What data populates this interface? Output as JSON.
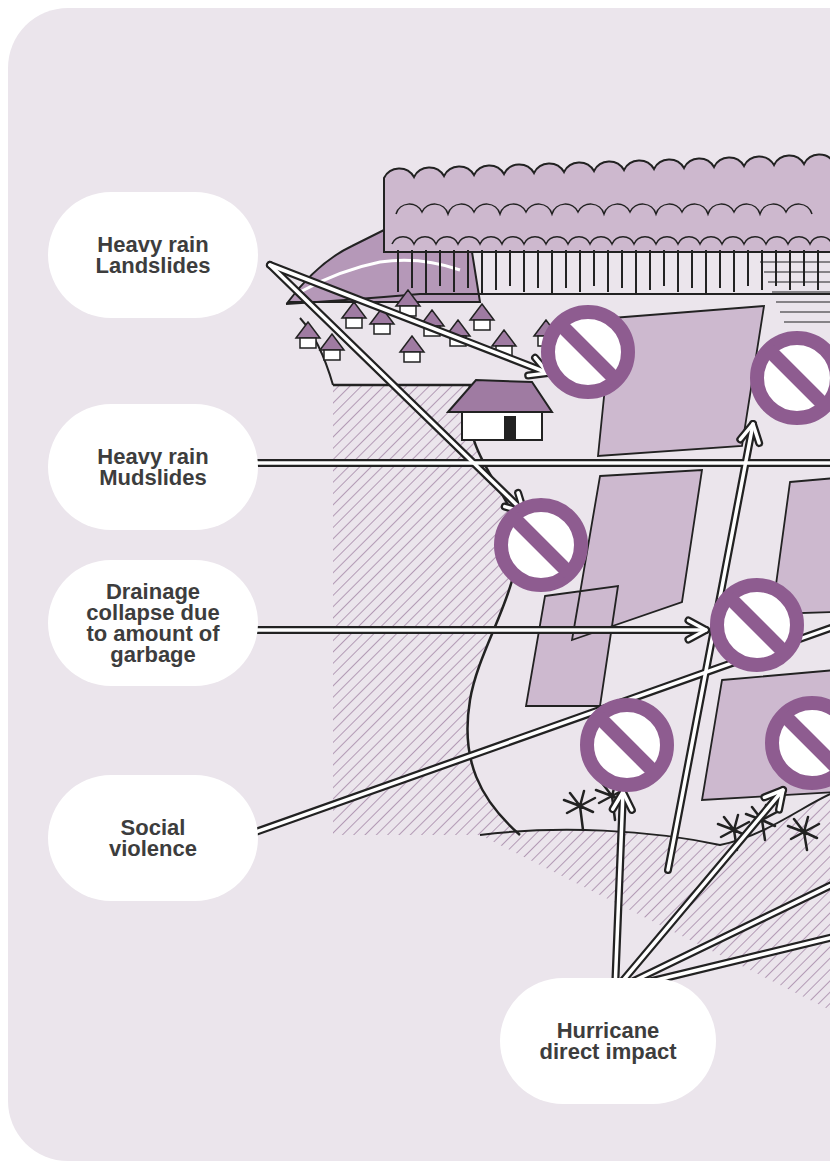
{
  "diagram": {
    "nodes": [
      {
        "text": [
          "Heavy rain Landslides"
        ]
      },
      {
        "text": [
          "Heavy rain Mudslides"
        ]
      },
      {
        "text": [
          "Drainage collapse due to amount of garbage"
        ]
      },
      {
        "text": [
          "Social violence"
        ]
      },
      {
        "text": [
          "Hurricane direct impact"
        ]
      }
    ]
  }
}
